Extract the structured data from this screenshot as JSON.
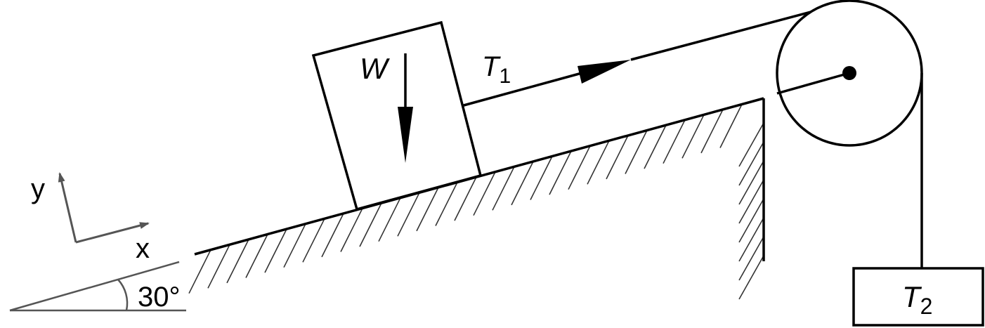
{
  "labels": {
    "weight": "W",
    "tension1": "T",
    "tension1_sub": "1",
    "tension2": "T",
    "tension2_sub": "2",
    "axis_x": "x",
    "axis_y": "y",
    "angle": "30°"
  },
  "incline_angle_deg": 30,
  "colors": {
    "line": "#000000",
    "axis": "#555555",
    "hatch": "#333333"
  }
}
